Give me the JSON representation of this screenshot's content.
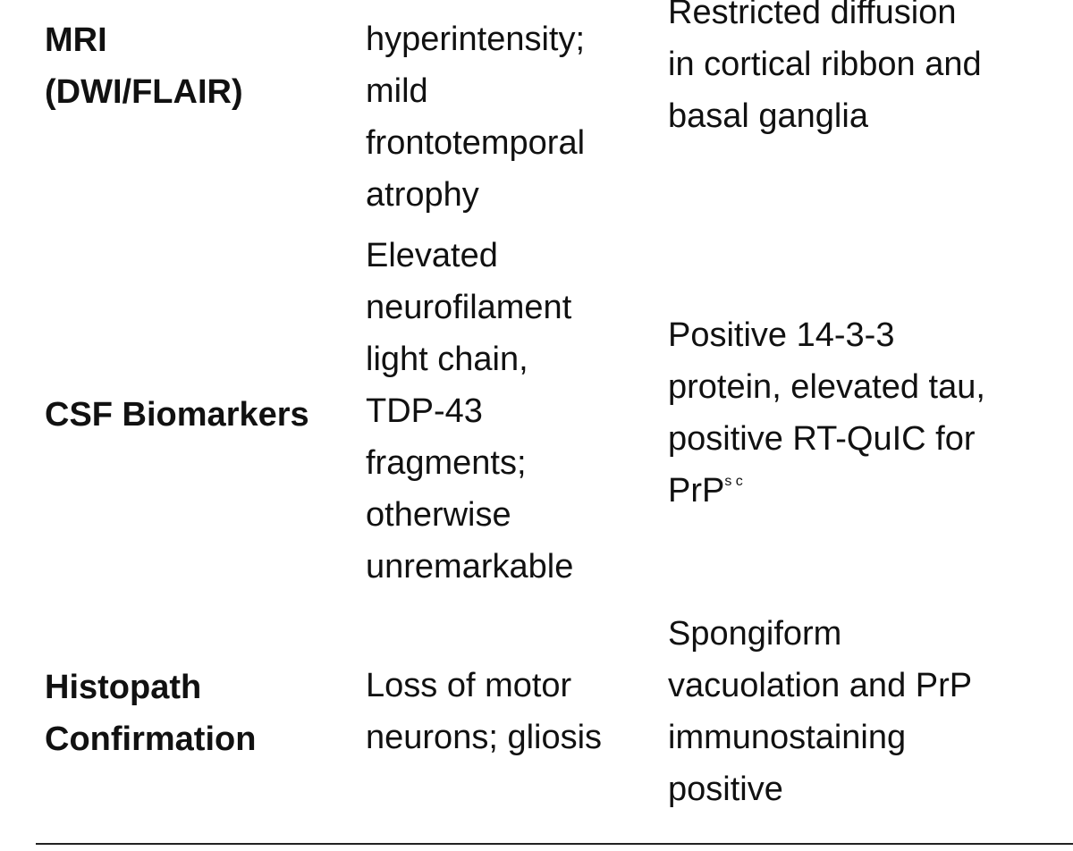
{
  "rows": [
    {
      "label": [
        "MRI",
        "(DWI/FLAIR)"
      ],
      "col2": [
        "hyperintensity;",
        "mild",
        "frontotemporal",
        "atrophy"
      ],
      "col3": [
        "Restricted diffusion",
        "in cortical ribbon and",
        "basal ganglia"
      ]
    },
    {
      "label": [
        "CSF Biomarkers"
      ],
      "col2": [
        "Elevated",
        "neurofilament",
        "light chain,",
        "TDP-43",
        "fragments;",
        "otherwise",
        "unremarkable"
      ],
      "col3": [
        "Positive 14-3-3",
        "protein, elevated tau,",
        "positive RT-QuIC for",
        "PrP"
      ],
      "col3_superscript": "s c"
    },
    {
      "label": [
        "Histopath",
        "Confirmation"
      ],
      "col2": [
        "Loss of motor",
        "neurons; gliosis"
      ],
      "col3": [
        "Spongiform",
        "vacuolation and PrP",
        "immunostaining",
        "positive"
      ]
    }
  ]
}
